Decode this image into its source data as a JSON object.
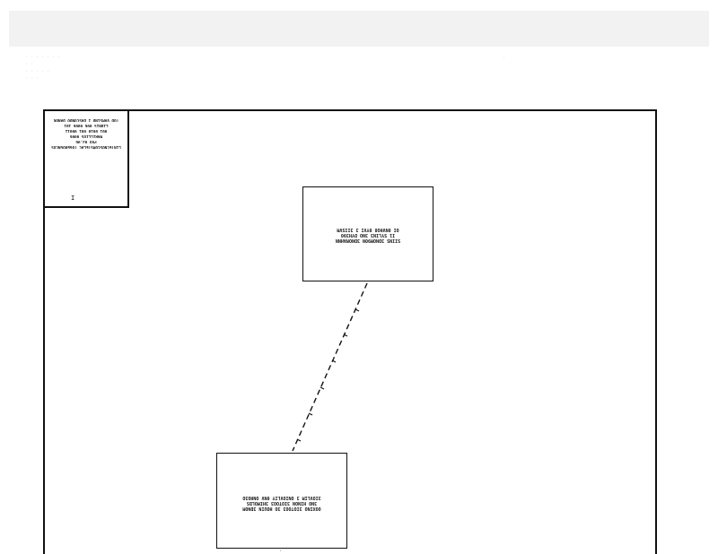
{
  "header": {
    "lines": [
      "· · · · · · ·",
      "·  ·",
      "· ·  · · ·",
      "· · ·"
    ],
    "right_mark": "·"
  },
  "stamp": {
    "lines": [
      "LINTECNOSCOMSTELAC TOGEROGNCOS",
      "PVO 03.96",
      "MARILLIOS 0006",
      "001 0010 001 00011",
      "LIDNIS 006 0006 101",
      "TOD VAMSIND I DASCONDO DANOK"
    ],
    "tick": "I"
  },
  "nodes": {
    "top": {
      "lines": [
        "SIINS 3DNOM90N 3DNOMAHNN",
        "I1 SYLIN3 3NO DYH390",
        "OI 0NVHO8 0YVI 3 3IISVM"
      ]
    },
    "bottom": {
      "lines": [
        "OOXINO 3IOTOO3 3O HOUIN 3DNOM",
        "3NO HINON 3IOTOO3 3HIMOLDS",
        "3IOVLIM 3 ONIOVLIY 0NV ONHO3O"
      ]
    }
  },
  "connector": {
    "style": "dashed",
    "color": "#111111"
  },
  "bottom_mark": "·"
}
